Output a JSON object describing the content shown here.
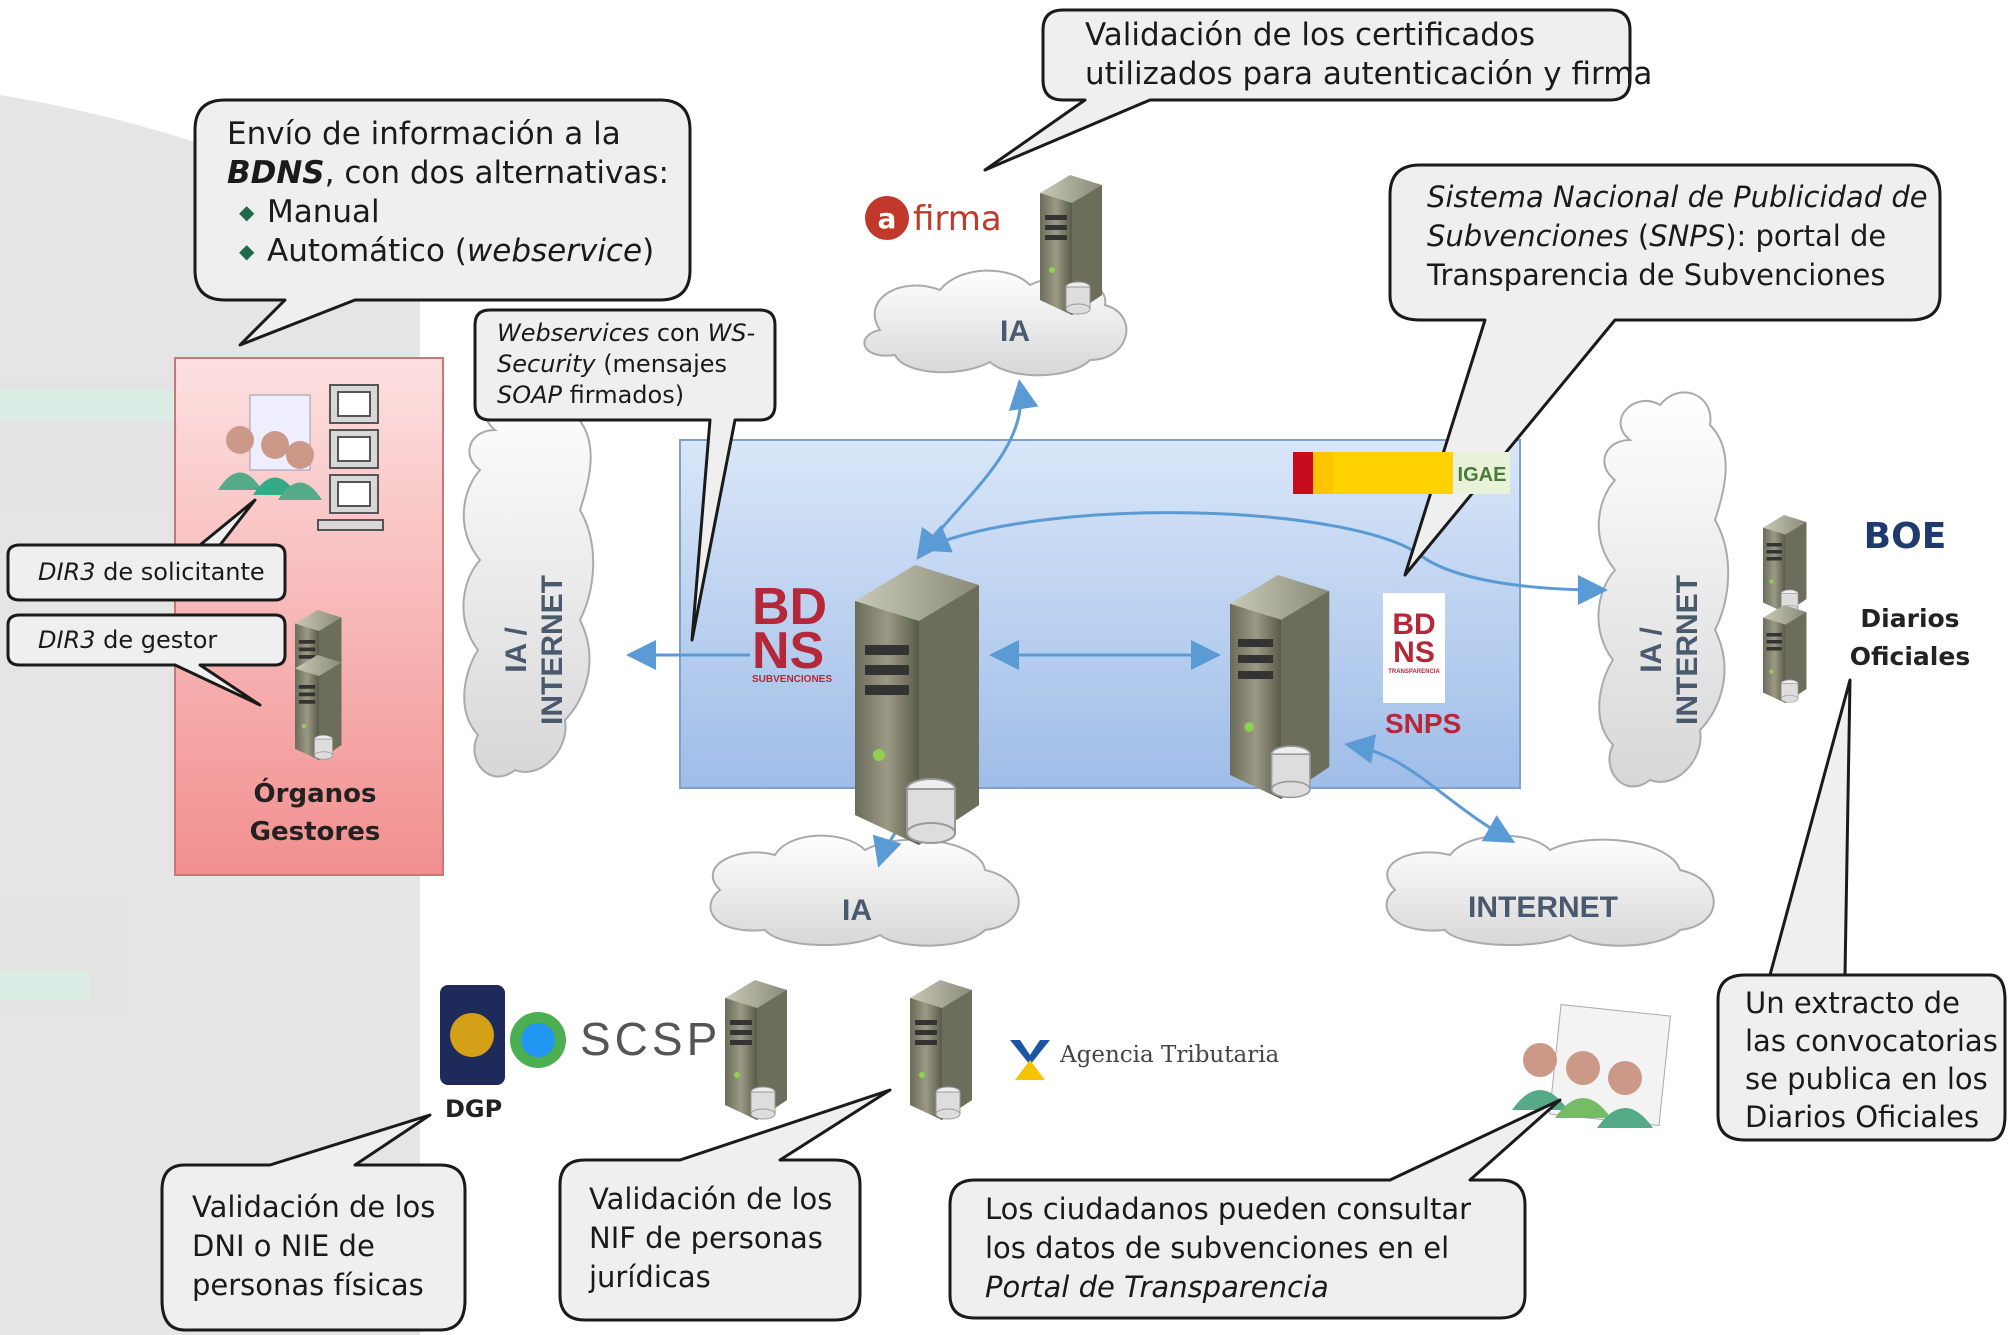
{
  "callouts": {
    "certificados": {
      "line1": "Validación de los certificados",
      "line2": "utilizados para autenticación y firma"
    },
    "envio": {
      "line1": "Envío de información a la",
      "bdns": "BDNS",
      "line2_rest": ", con dos alternativas:",
      "opt1": "Manual",
      "opt2_prefix": "Automático (",
      "opt2_italic": "webservice",
      "opt2_suffix": ")"
    },
    "snps": {
      "italic1": "Sistema Nacional de Publicidad de",
      "italic2": "Subvenciones",
      "mid2": " (",
      "italic3": "SNPS",
      "rest2": "): portal de",
      "line3": "Transparencia de Subvenciones"
    },
    "webservices": {
      "i1": "Webservices",
      "t1": " con ",
      "i2": "WS-",
      "i3": "Security",
      "t2": " (mensajes",
      "i4": "SOAP",
      "t3": " firmados)"
    },
    "dir3_solicitante": {
      "italic": "DIR3",
      "rest": " de solicitante"
    },
    "dir3_gestor": {
      "italic": "DIR3",
      "rest": " de gestor"
    },
    "extracto": {
      "l1": "Un extracto de",
      "l2": "las convocatorias",
      "l3": "se publica en los",
      "l4": "Diarios Oficiales"
    },
    "dni": {
      "l1": "Validación de los",
      "l2": "DNI o NIE de",
      "l3": "personas físicas"
    },
    "nif": {
      "l1": "Validación de los",
      "l2": "NIF de personas",
      "l3": "jurídicas"
    },
    "ciudadanos": {
      "l1": "Los ciudadanos pueden consultar",
      "l2": "los datos de subvenciones en el",
      "l3": "Portal de Transparencia"
    }
  },
  "clouds": {
    "ia_top": "IA",
    "ia_bottom": "IA",
    "internet": "INTERNET",
    "ia_internet_left": "IA /\nINTERNET",
    "ia_internet_right": "IA /\nINTERNET"
  },
  "labels": {
    "organos": "Órganos\nGestores",
    "diarios": "Diarios\nOficiales",
    "dgp": "DGP",
    "snps": "SNPS",
    "agencia": "Agencia Tributaria",
    "afirma": "firma",
    "scsp": "SCSP",
    "boe": "BOE",
    "igae": "IGAE",
    "bdns_logo_1": "BD",
    "bdns_logo_2": "NS",
    "bdns_logo_sub": "SUBVENCIONES",
    "bdns_small_1": "BD",
    "bdns_small_2": "NS",
    "bdns_small_sub": "TRANSPARENCIA"
  },
  "colors": {
    "bubble_fill": "#efefef",
    "bubble_stroke": "#1a1a1a",
    "blue_panel": "#bcd3f4",
    "pink_panel": "#f7b3b3",
    "arrow": "#5b9bd5",
    "bdns_red": "#b5283a"
  }
}
